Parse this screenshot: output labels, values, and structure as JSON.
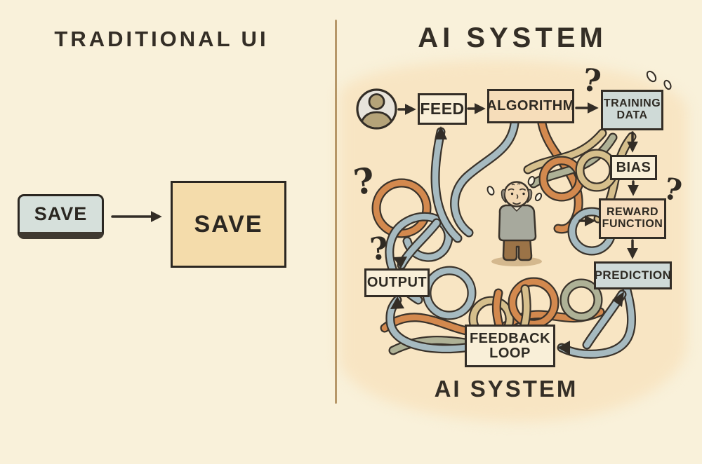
{
  "left_panel": {
    "title": "TRADITIONAL UI",
    "save_button_label": "SAVE",
    "save_box_label": "SAVE"
  },
  "right_panel": {
    "title": "AI SYSTEM",
    "bottom_caption": "AI SYSTEM",
    "question_mark": "?",
    "nodes": {
      "feed": "FEED",
      "algorithm": "ALGORITHM",
      "training_data": [
        "TRAINING",
        "DATA"
      ],
      "bias": "BIAS",
      "reward_function": [
        "REWARD",
        "FUNCTION"
      ],
      "prediction": "PREDICTION",
      "output": "OUTPUT",
      "feedback_loop": [
        "FEEDBACK",
        "LOOP"
      ]
    },
    "icons": {
      "user_avatar": "user-avatar-icon",
      "person": "confused-person-figure",
      "sweat": "sweat-drops"
    },
    "colors": {
      "background": "#f9f1da",
      "panel_wash": "#f8e5c3",
      "ink": "#332d26",
      "box_cream": "#f9efd8",
      "box_peach": "#f6ddba",
      "box_bluegray": "#cfdad7",
      "rope_orange": "#d3894e",
      "rope_blue": "#a6bac0",
      "rope_tan": "#d6bf8c",
      "rope_olive": "#aeb196",
      "divider": "#aa8755"
    }
  }
}
